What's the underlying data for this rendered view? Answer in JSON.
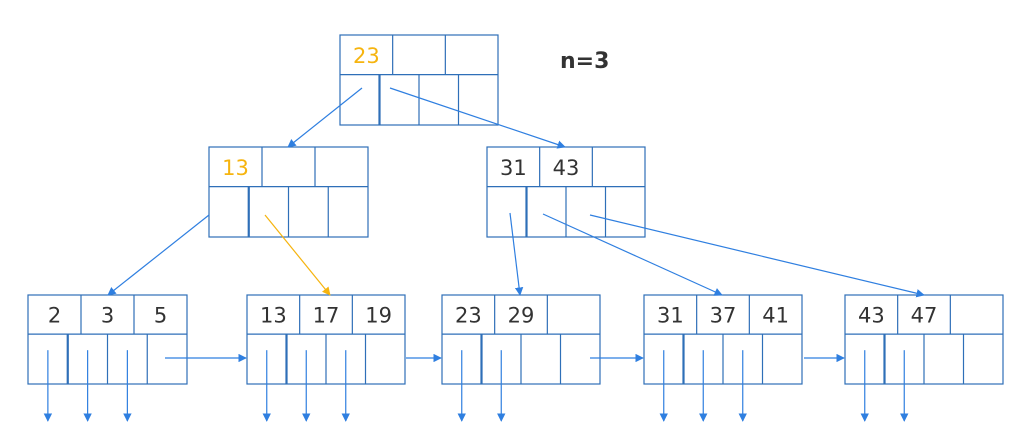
{
  "order_label": "n=3",
  "colors": {
    "line": "#2e6fb8",
    "arrow": "#2f7fe0",
    "highlight": "#f6b40f",
    "text": "#333333"
  },
  "nodes": [
    {
      "id": "root",
      "keys": [
        "23",
        "",
        ""
      ],
      "highlight_key": 0
    },
    {
      "id": "inner-1",
      "keys": [
        "13",
        "",
        ""
      ],
      "highlight_key": 0
    },
    {
      "id": "inner-2",
      "keys": [
        "31",
        "43",
        ""
      ],
      "highlight_key": null
    },
    {
      "id": "leaf-1",
      "keys": [
        "2",
        "3",
        "5"
      ],
      "highlight_key": null
    },
    {
      "id": "leaf-2",
      "keys": [
        "13",
        "17",
        "19"
      ],
      "highlight_key": null
    },
    {
      "id": "leaf-3",
      "keys": [
        "23",
        "29",
        ""
      ],
      "highlight_key": null
    },
    {
      "id": "leaf-4",
      "keys": [
        "31",
        "37",
        "41"
      ],
      "highlight_key": null
    },
    {
      "id": "leaf-5",
      "keys": [
        "43",
        "47",
        ""
      ],
      "highlight_key": null
    }
  ],
  "edges": [
    {
      "from": "root",
      "to": "inner-1",
      "highlight": false
    },
    {
      "from": "root",
      "to": "inner-2",
      "highlight": false
    },
    {
      "from": "inner-1",
      "to": "leaf-1",
      "highlight": false
    },
    {
      "from": "inner-1",
      "to": "leaf-2",
      "highlight": true
    },
    {
      "from": "inner-2",
      "to": "leaf-3",
      "highlight": false
    },
    {
      "from": "inner-2",
      "to": "leaf-4",
      "highlight": false
    },
    {
      "from": "inner-2",
      "to": "leaf-5",
      "highlight": false
    }
  ],
  "leaf_links": [
    {
      "from": "leaf-1",
      "to": "leaf-2"
    },
    {
      "from": "leaf-2",
      "to": "leaf-3"
    },
    {
      "from": "leaf-3",
      "to": "leaf-4"
    },
    {
      "from": "leaf-4",
      "to": "leaf-5"
    }
  ],
  "leaf_record_pointers": [
    {
      "leaf": "leaf-1",
      "count": 3
    },
    {
      "leaf": "leaf-2",
      "count": 3
    },
    {
      "leaf": "leaf-3",
      "count": 2
    },
    {
      "leaf": "leaf-4",
      "count": 3
    },
    {
      "leaf": "leaf-5",
      "count": 2
    }
  ]
}
